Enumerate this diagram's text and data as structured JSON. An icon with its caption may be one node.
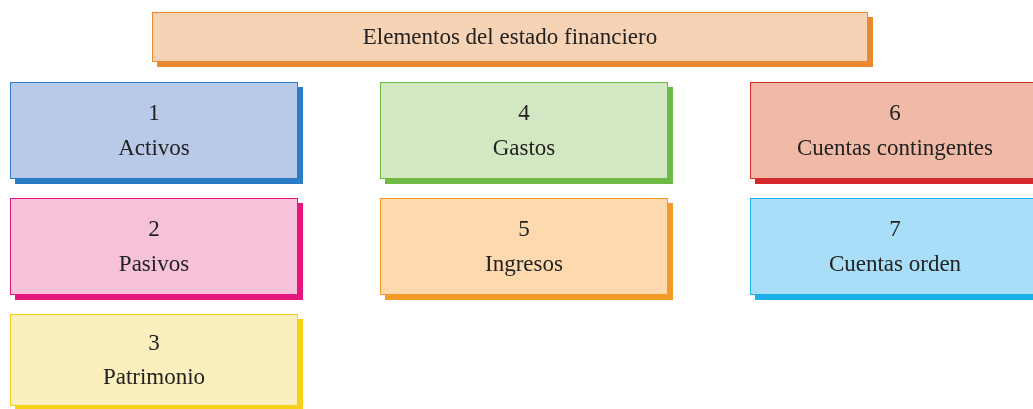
{
  "diagram": {
    "nodes": [
      {
        "text": [
          "Elementos del estado financiero"
        ]
      },
      {
        "text": [
          "1",
          "Activos"
        ]
      },
      {
        "text": [
          "2",
          "Pasivos"
        ]
      },
      {
        "text": [
          "3",
          "Patrimonio"
        ]
      },
      {
        "text": [
          "4",
          "Gastos"
        ]
      },
      {
        "text": [
          "5",
          "Ingresos"
        ]
      },
      {
        "text": [
          "6",
          "Cuentas contingentes"
        ]
      },
      {
        "text": [
          "7",
          "Cuentas orden"
        ]
      }
    ],
    "edges": []
  }
}
